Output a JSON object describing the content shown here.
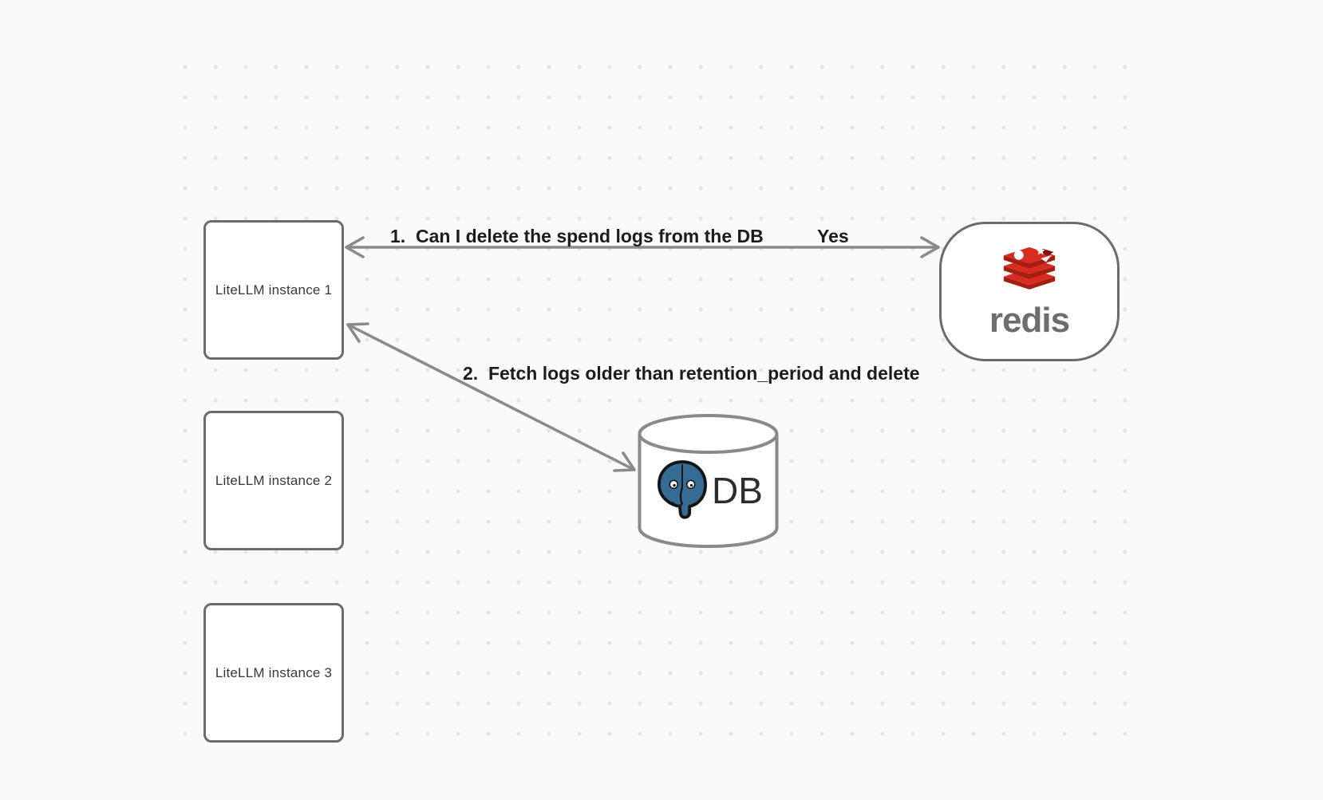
{
  "canvas": {
    "background_color": "#fafafa",
    "dot_color": "#e4e4e4"
  },
  "nodes": {
    "litellm_instances": [
      "LiteLLM instance 1",
      "LiteLLM instance 2",
      "LiteLLM instance 3"
    ],
    "redis_label": "redis",
    "db_label": "DB"
  },
  "edges": {
    "edge1_label": "1.  Can I delete the spend logs from the DB",
    "edge1_response": "Yes",
    "edge2_label": "2.  Fetch logs older than retention_period and delete"
  },
  "colors": {
    "arrow_gray": "#8a8a8a",
    "node_border_gray": "#6b6b6b",
    "redis_red": "#d82c20",
    "redis_dark_red": "#a41e11",
    "postgres_blue": "#366b93",
    "label_text": "#1c1c1c"
  }
}
